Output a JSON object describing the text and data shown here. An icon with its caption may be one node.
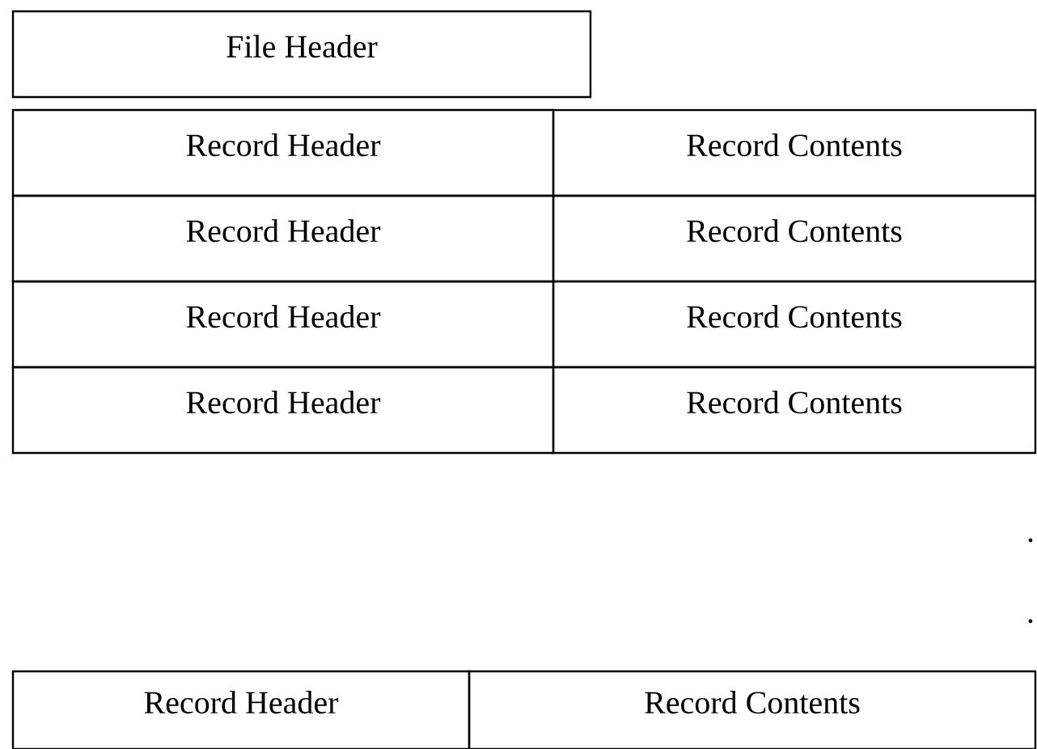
{
  "diagram": {
    "nodes": [
      {
        "text": [
          "File Header"
        ]
      },
      {
        "text": [
          "Record Header"
        ]
      },
      {
        "text": [
          "Record Contents"
        ]
      },
      {
        "text": [
          "Record Header"
        ]
      },
      {
        "text": [
          "Record Contents"
        ]
      },
      {
        "text": [
          "Record Header"
        ]
      },
      {
        "text": [
          "Record Contents"
        ]
      },
      {
        "text": [
          "Record Header"
        ]
      },
      {
        "text": [
          "Record Contents"
        ]
      },
      {
        "text": [
          "Record Header"
        ]
      },
      {
        "text": [
          "Record Contents"
        ]
      }
    ],
    "labels": [
      ".",
      "."
    ]
  }
}
